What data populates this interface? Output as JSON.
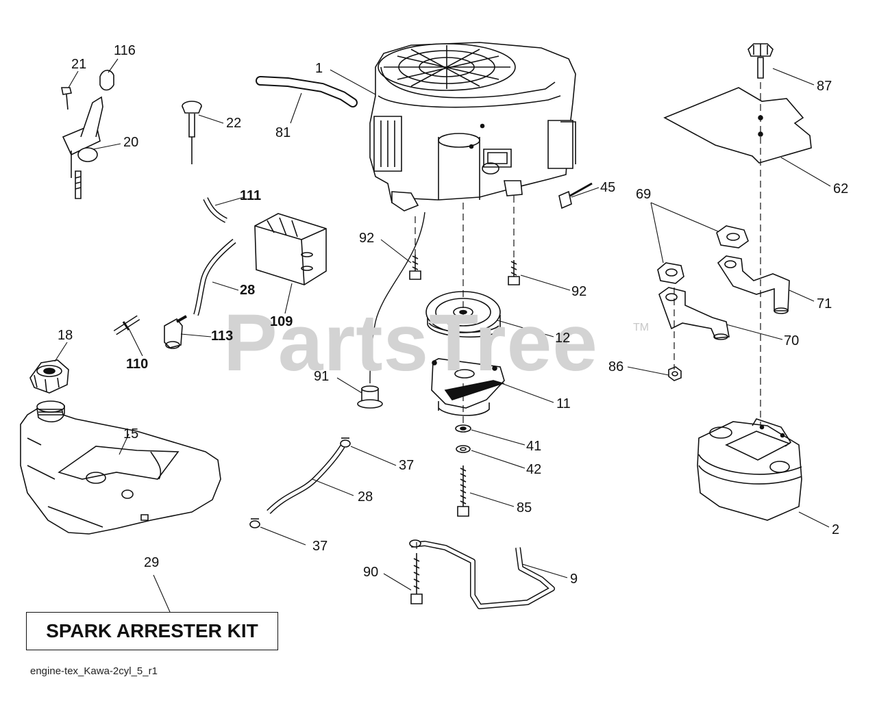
{
  "watermark": {
    "brand": "PartsTree",
    "trademark": "TM"
  },
  "kit_box": {
    "label": "SPARK ARRESTER KIT"
  },
  "footer": {
    "drawing_id": "engine-tex_Kawa-2cyl_5_r1"
  },
  "callouts": {
    "c1": "1",
    "c2": "2",
    "c9": "9",
    "c11": "11",
    "c12": "12",
    "c15": "15",
    "c18": "18",
    "c20": "20",
    "c21": "21",
    "c22": "22",
    "c28a": "28",
    "c28b": "28",
    "c29": "29",
    "c37a": "37",
    "c37b": "37",
    "c41": "41",
    "c42": "42",
    "c45": "45",
    "c62": "62",
    "c69": "69",
    "c70": "70",
    "c71": "71",
    "c81": "81",
    "c85": "85",
    "c86": "86",
    "c87": "87",
    "c90": "90",
    "c91": "91",
    "c92a": "92",
    "c92b": "92",
    "c109": "109",
    "c110": "110",
    "c111": "111",
    "c113": "113",
    "c116": "116"
  }
}
